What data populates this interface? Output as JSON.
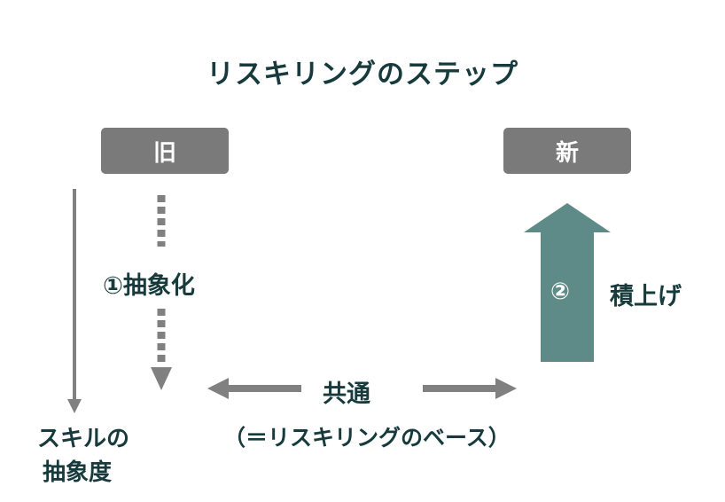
{
  "title": "リスキリングのステップ",
  "old_label": "旧",
  "new_label": "新",
  "step1_label": "①抽象化",
  "step2_number": "②",
  "step2_label": "積上げ",
  "common_label": "共通",
  "common_sub_label": "（＝リスキリングのベース）",
  "axis_label_line1": "スキルの",
  "axis_label_line2": "抽象度",
  "colors": {
    "title": "#173a3d",
    "box_fill": "#7a7a7a",
    "arrow_gray": "#808080",
    "accent_teal": "#5e8b87"
  }
}
